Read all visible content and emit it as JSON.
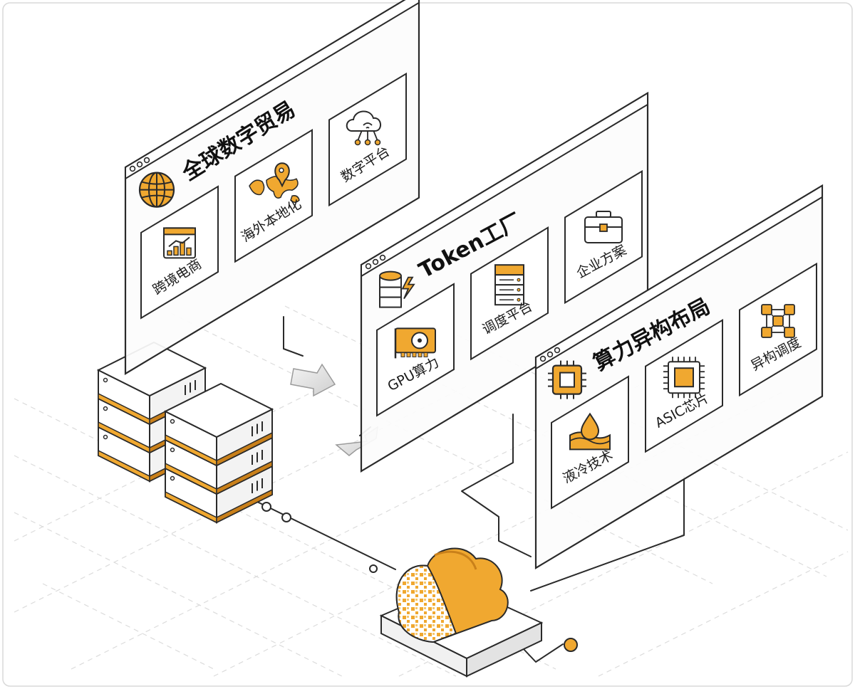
{
  "panels": {
    "trade": {
      "title": "全球数字贸易",
      "cards": [
        "跨境电商",
        "海外本地化",
        "数字平台"
      ]
    },
    "token": {
      "title": "Token工厂",
      "cards": [
        "GPU算力",
        "调度平台",
        "企业方案"
      ]
    },
    "compute": {
      "title": "算力异构布局",
      "cards": [
        "液冷技术",
        "ASIC芯片",
        "异构调度"
      ]
    }
  },
  "colors": {
    "accent": "#F0A830",
    "accent_dark": "#C9801A",
    "outline": "#2a2a2a",
    "panel_fill": "#FCFCFC",
    "grid": "#D8D8D8"
  },
  "icons": {
    "trade_title": "globe-icon",
    "token_title": "database-bolt-icon",
    "compute_title": "cpu-chip-icon",
    "trade_cards": [
      "analytics-chart-icon",
      "world-map-pin-icon",
      "cloud-network-icon"
    ],
    "token_cards": [
      "gpu-card-icon",
      "server-rack-icon",
      "briefcase-icon"
    ],
    "compute_cards": [
      "liquid-drop-icon",
      "asic-chip-icon",
      "heterogeneous-grid-icon"
    ]
  }
}
